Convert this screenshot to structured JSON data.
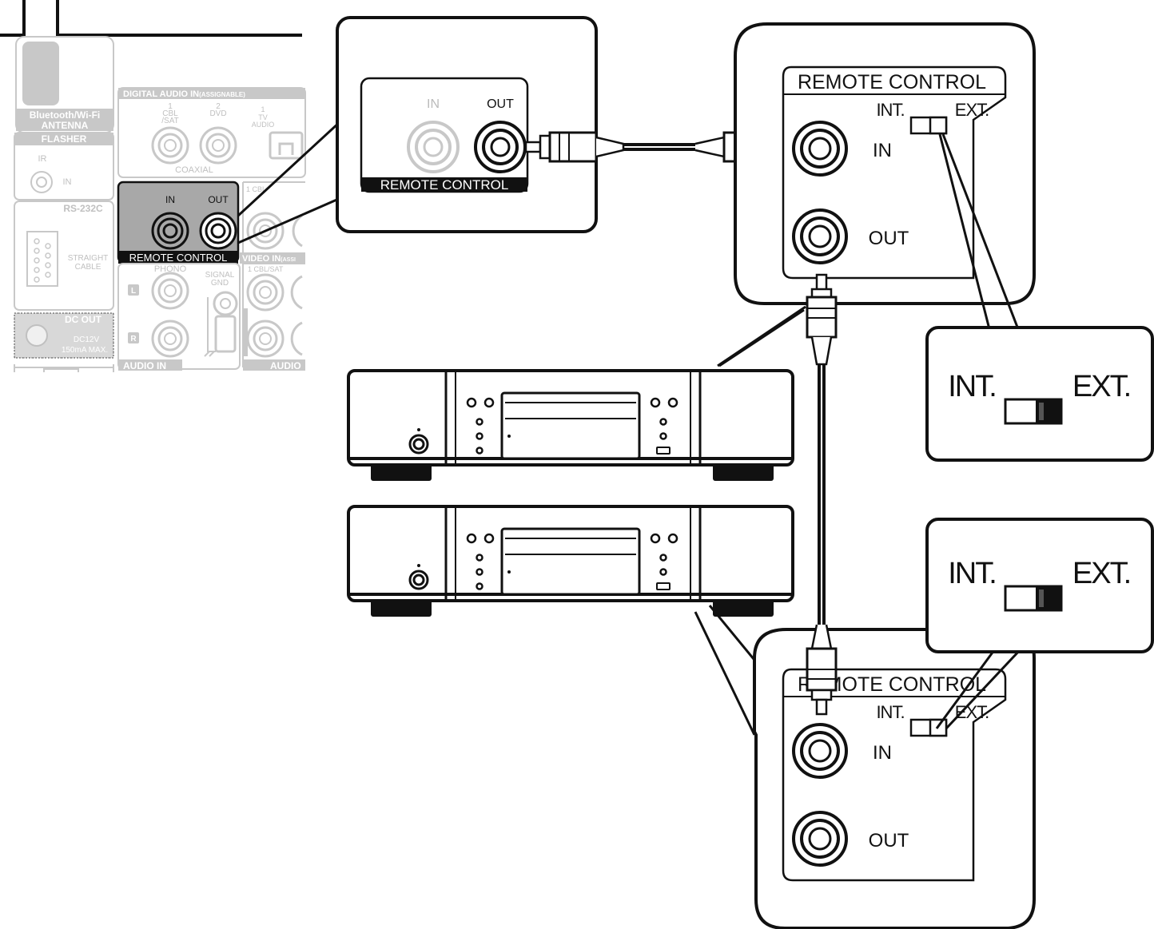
{
  "receiver_panel": {
    "antenna_label_1": "Bluetooth/Wi-Fi",
    "antenna_label_2": "ANTENNA",
    "flasher_label": "FLASHER",
    "flasher_ir": "IR",
    "flasher_in": "IN",
    "rs232c_label": "RS-232C",
    "straight_cable_1": "STRAIGHT",
    "straight_cable_2": "CABLE",
    "dc_out_label": "DC OUT",
    "dc_out_spec_1": "DC12V",
    "dc_out_spec_2": "150mA MAX.",
    "digital_audio_in_label": "DIGITAL AUDIO IN",
    "digital_audio_in_assignable": "(ASSIGNABLE)",
    "coax_1_num": "1",
    "coax_1_line1": "CBL",
    "coax_1_line2": "/SAT",
    "coax_2_num": "2",
    "coax_2_label": "DVD",
    "optical_num": "1",
    "optical_line1": "TV",
    "optical_line2": "AUDIO",
    "coaxial_label": "COAXIAL",
    "remote_in": "IN",
    "remote_out": "OUT",
    "remote_label": "REMOTE CONTROL",
    "video_in_label": "VIDEO IN",
    "video_in_assignable": "(ASSI",
    "video_1_label": "1 CBL/SAT",
    "phono_label": "PHONO",
    "signal_gnd_1": "SIGNAL",
    "signal_gnd_2": "GND",
    "audio_in_label": "AUDIO IN",
    "audio_cut_label": "AUDIO",
    "left_badge": "L",
    "right_badge": "R",
    "one_cbl_label": "1 CBL"
  },
  "zoom_receiver": {
    "in_label": "IN",
    "out_label": "OUT",
    "remote_label": "REMOTE CONTROL"
  },
  "device_top_panel": {
    "title": "REMOTE CONTROL",
    "switch_int": "INT.",
    "switch_ext": "EXT.",
    "in_label": "IN",
    "out_label": "OUT"
  },
  "device_bottom_panel": {
    "title": "REMOTE CONTROL",
    "switch_int": "INT.",
    "switch_ext": "EXT.",
    "in_label": "IN",
    "out_label": "OUT"
  },
  "switch_callout_top": {
    "int": "INT.",
    "ext": "EXT."
  },
  "switch_callout_bottom": {
    "int": "INT.",
    "ext": "EXT."
  },
  "colors": {
    "line": "#111111",
    "faded": "#c8c8c8",
    "highlight": "#a8a8a8"
  }
}
